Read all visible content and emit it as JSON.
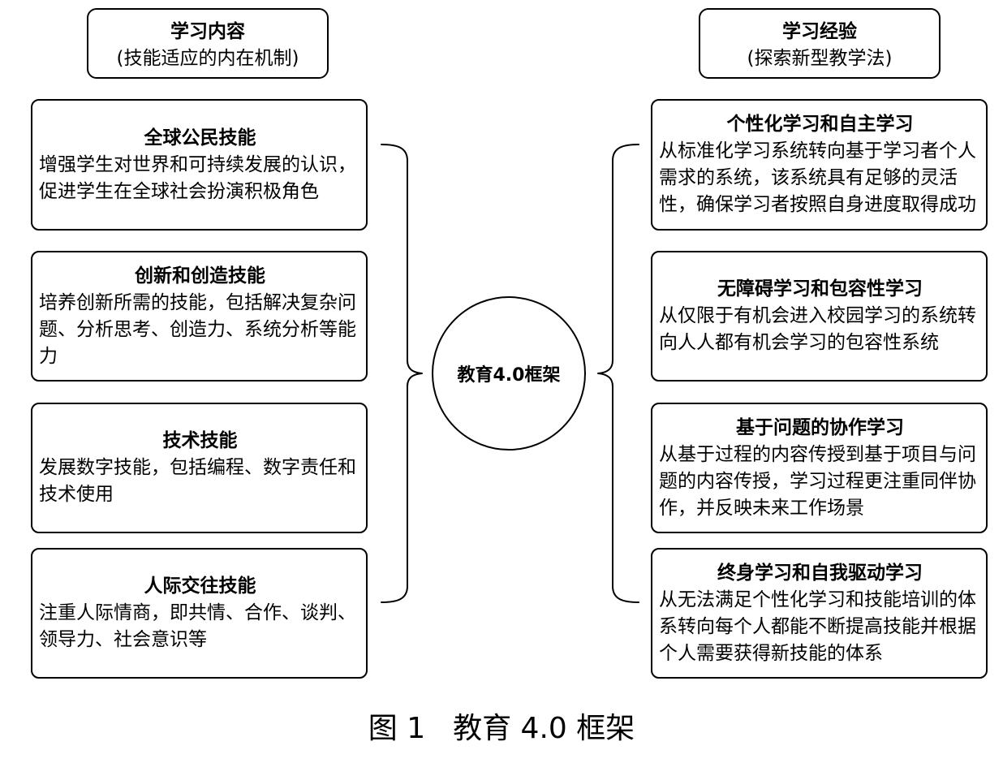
{
  "left_header": {
    "title": "学习内容",
    "subtitle": "(技能适应的内在机制)"
  },
  "right_header": {
    "title": "学习经验",
    "subtitle": "(探索新型教学法)"
  },
  "center": {
    "label": "教育4.0框架"
  },
  "left_items": [
    {
      "title": "全球公民技能",
      "lines": [
        "增强学生对世界和可持续发展的认识，",
        "促进学生在全球社会扮演积极角色"
      ]
    },
    {
      "title": "创新和创造技能",
      "lines": [
        "培养创新所需的技能，包括解决复杂问",
        "题、分析思考、创造力、系统分析等能",
        "力"
      ]
    },
    {
      "title": "技术技能",
      "lines": [
        "发展数字技能，包括编程、数字责任和",
        "技术使用"
      ]
    },
    {
      "title": "人际交往技能",
      "lines": [
        "注重人际情商，即共情、合作、谈判、",
        "领导力、社会意识等"
      ]
    }
  ],
  "right_items": [
    {
      "title": "个性化学习和自主学习",
      "lines": [
        "从标准化学习系统转向基于学习者个人",
        "需求的系统，该系统具有足够的灵活",
        "性，确保学习者按照自身进度取得成功"
      ]
    },
    {
      "title": "无障碍学习和包容性学习",
      "lines": [
        "从仅限于有机会进入校园学习的系统转",
        "向人人都有机会学习的包容性系统"
      ]
    },
    {
      "title": "基于问题的协作学习",
      "lines": [
        "从基于过程的内容传授到基于项目与问",
        "题的内容传授，学习过程更注重同伴协",
        "作，并反映未来工作场景"
      ]
    },
    {
      "title": "终身学习和自我驱动学习",
      "lines": [
        "从无法满足个性化学习和技能培训的体",
        "系转向每个人都能不断提高技能并根据",
        "个人需要获得新技能的体系"
      ]
    }
  ],
  "caption": {
    "label": "图 1",
    "title": "教育 4.0 框架"
  }
}
